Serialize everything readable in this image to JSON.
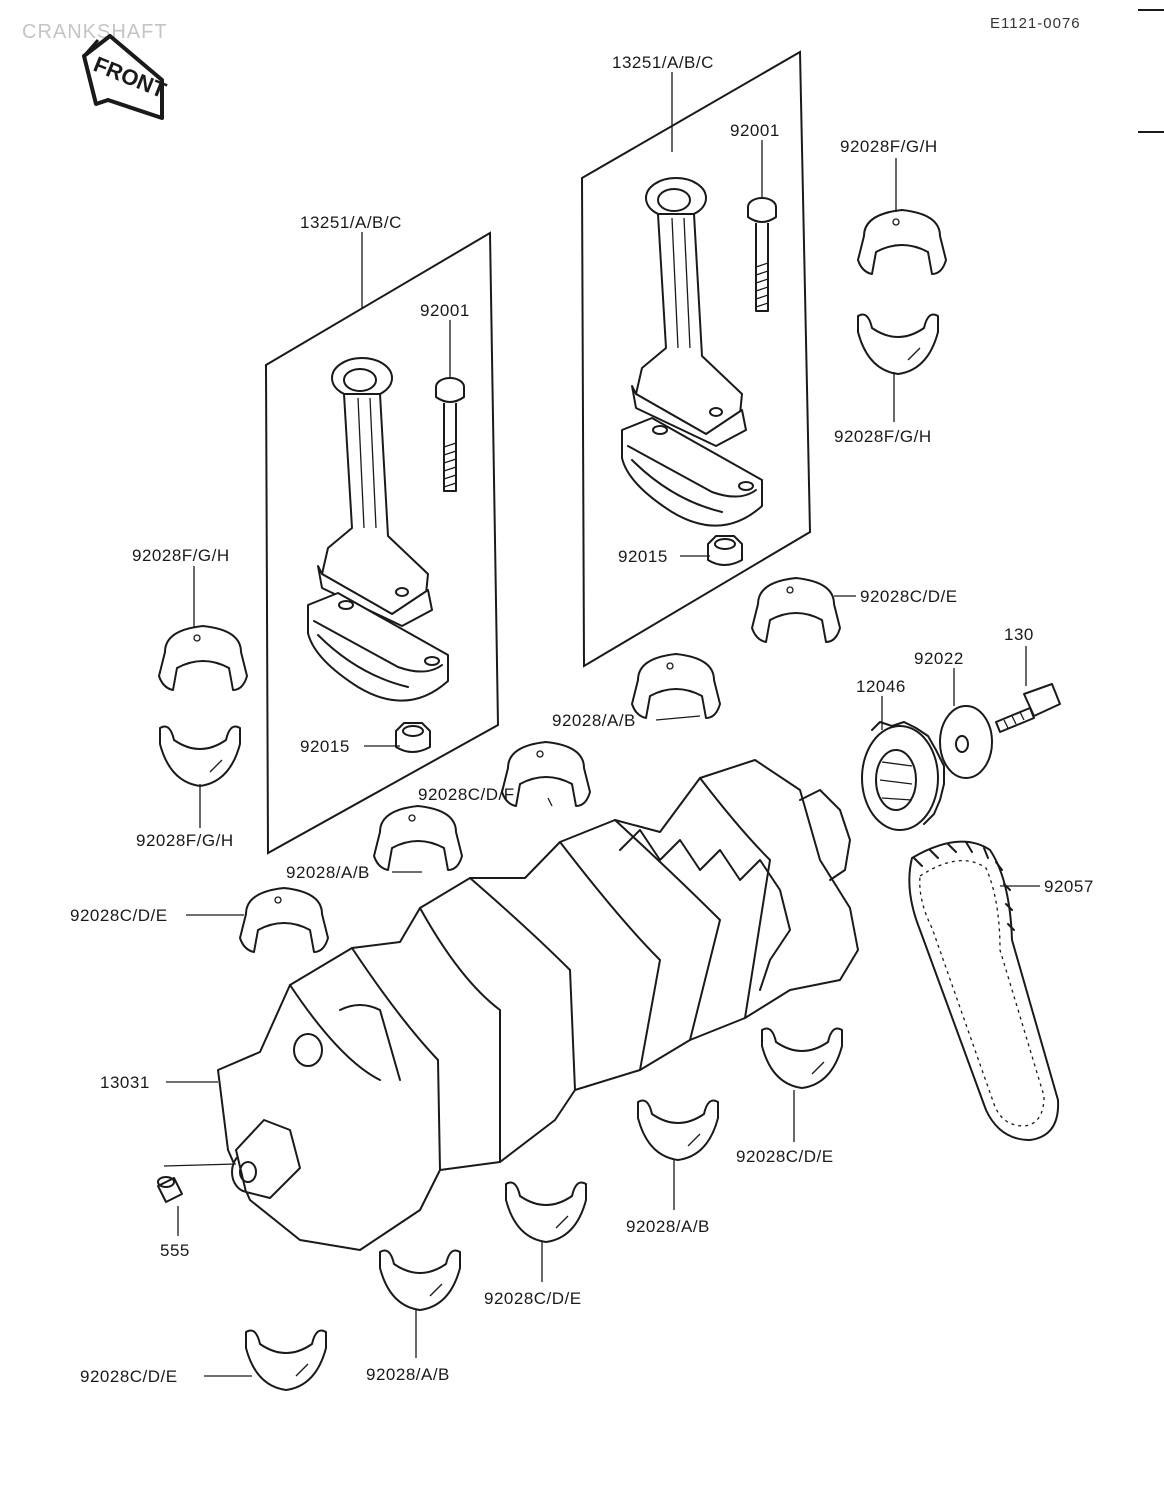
{
  "header": {
    "title": "CRANKSHAFT",
    "doc_code": "E1121-0076",
    "front_badge": "FRONT"
  },
  "labels": {
    "rod_assy_left": "13251/A/B/C",
    "rod_assy_right": "13251/A/B/C",
    "bolt_left": "92001",
    "bolt_right": "92001",
    "nut_left": "92015",
    "nut_right": "92015",
    "bearing_fgh_top_right_1": "92028F/G/H",
    "bearing_fgh_top_right_2": "92028F/G/H",
    "bearing_fgh_left_1": "92028F/G/H",
    "bearing_fgh_left_2": "92028F/G/H",
    "bearing_cde_right_top": "92028C/D/E",
    "bearing_ab_1": "92028/A/B",
    "bearing_cdf": "92028C/D/F",
    "bearing_ab_2": "92028/A/B",
    "bearing_cde_left": "92028C/D/E",
    "sprocket": "12046",
    "washer": "92022",
    "bolt_130": "130",
    "chain": "92057",
    "crankshaft": "13031",
    "pin": "555",
    "bearing_cde_lower_right": "92028C/D/E",
    "bearing_ab_lower": "92028/A/B",
    "bearing_cde_bottom_mid": "92028C/D/E",
    "bearing_ab_bottom": "92028/A/B",
    "bearing_cde_bottom_left": "92028C/D/E"
  }
}
